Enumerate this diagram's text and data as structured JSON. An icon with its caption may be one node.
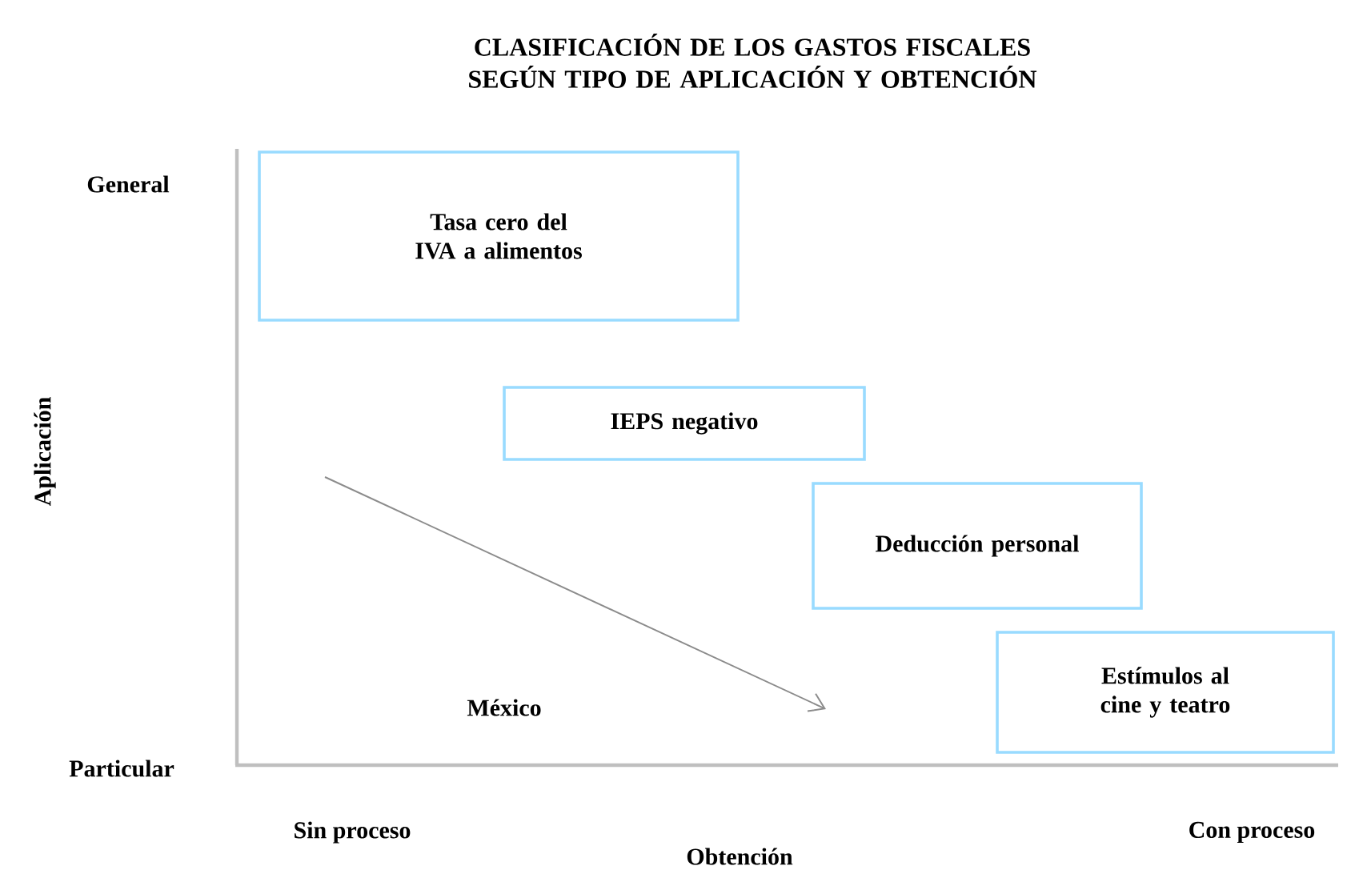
{
  "diagram": {
    "title": "CLASIFICACIÓN DE LOS GASTOS FISCALES SEGÚN TIPO DE APLICACIÓN Y OBTENCIÓN",
    "nodes": [
      {
        "text": [
          "Tasa cero del IVA a alimentos"
        ]
      },
      {
        "text": [
          "IEPS negativo"
        ]
      },
      {
        "text": [
          "Deducción personal"
        ]
      },
      {
        "text": [
          "Estímulos al cine y teatro"
        ]
      }
    ],
    "labels": [
      "General",
      "Aplicación",
      "México",
      "Particular",
      "Sin proceso",
      "Obtención",
      "Con proceso"
    ]
  }
}
